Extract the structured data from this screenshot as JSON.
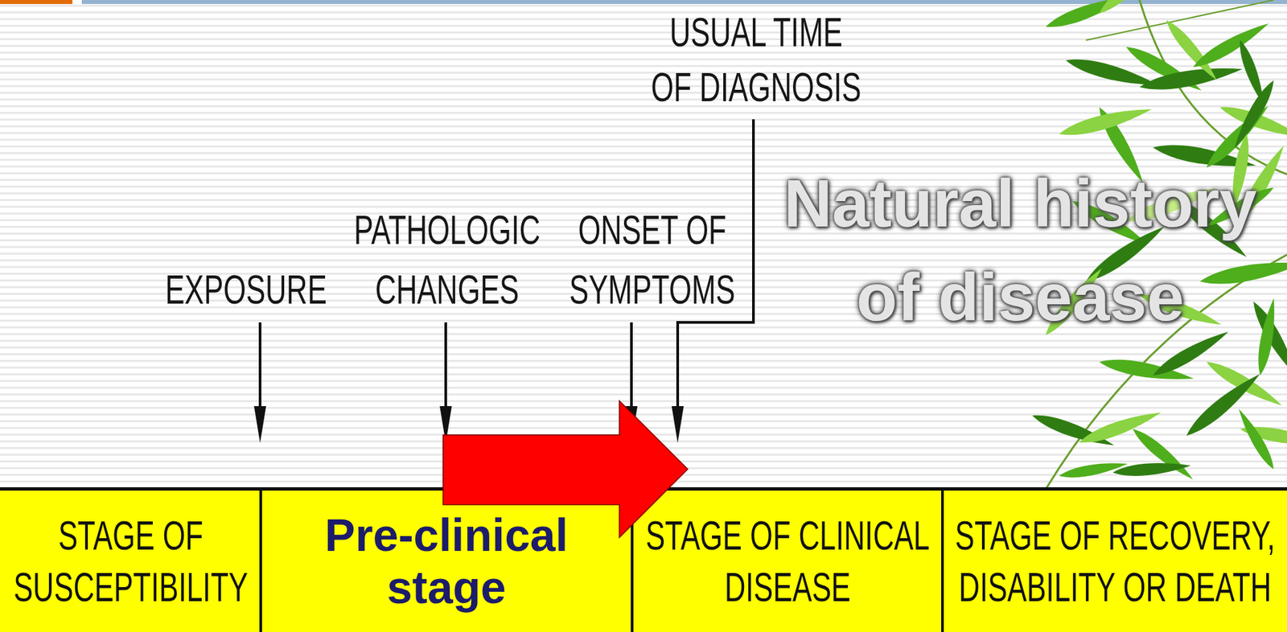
{
  "diagram": {
    "title": "Natural history of disease",
    "nodes": [
      {
        "text": [
          "STAGE OF SUSCEPTIBILITY"
        ]
      },
      {
        "text": [
          "Pre-clinical stage"
        ]
      },
      {
        "text": [
          "STAGE OF CLINICAL DISEASE"
        ]
      },
      {
        "text": [
          "STAGE OF RECOVERY, DISABILITY OR DEATH"
        ]
      }
    ],
    "edges": [
      {
        "from": 1,
        "to": 2,
        "arrow": "to"
      }
    ],
    "labels": [
      "USUAL TIME OF DIAGNOSIS",
      "EXPOSURE",
      "PATHOLOGIC CHANGES",
      "ONSET OF SYMPTOMS"
    ]
  }
}
